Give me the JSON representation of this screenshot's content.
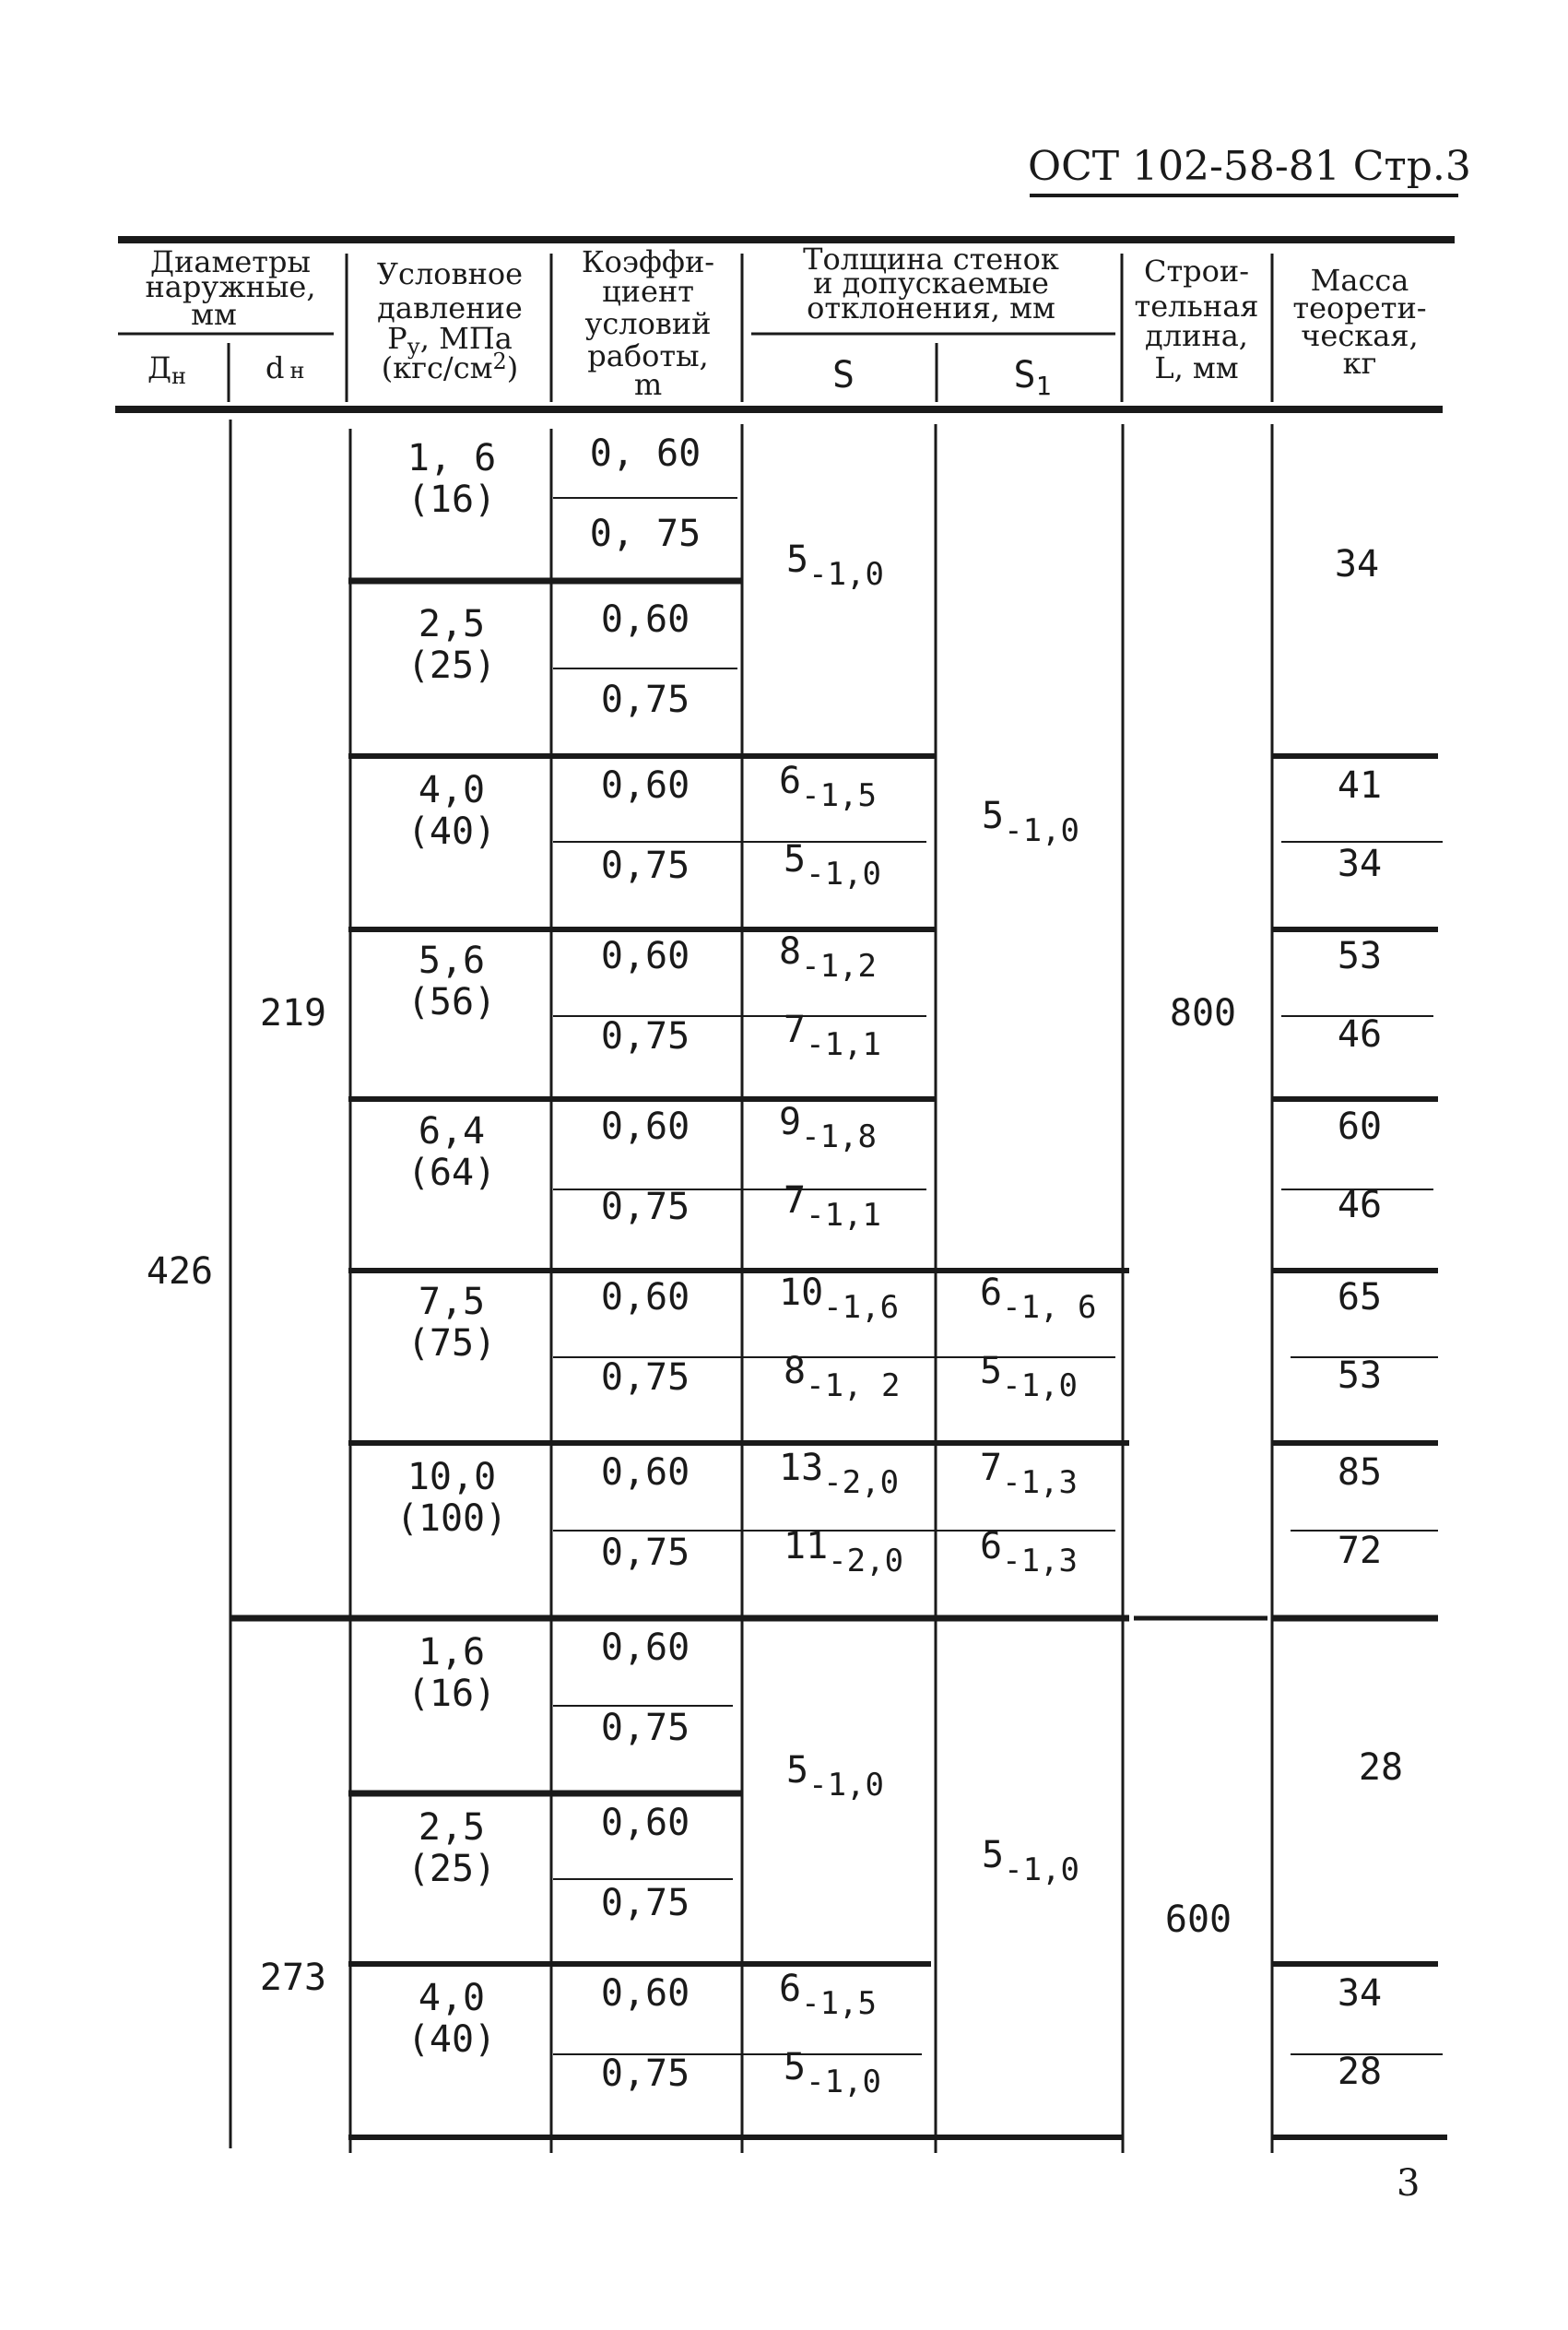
{
  "doc_ref": "ОСТ 102-58-81 Стр.3",
  "page_number": "3",
  "header": {
    "diam_l1": "Диаметры",
    "diam_l2": "наружные,",
    "diam_l3": "мм",
    "dn_main": "Д",
    "dn_sub": "н",
    "dn_branch": "d",
    "dn_branch_sub": "н",
    "press_l1": "Условное",
    "press_l2": "давление",
    "press_l3a": "P",
    "press_l3b": "у",
    "press_l3c": ", МПа",
    "press_l4a": "(кгс/см",
    "press_l4b": "2",
    "press_l4c": ")",
    "coef_l1": "Коэффи-",
    "coef_l2": "циент",
    "coef_l3": "условий",
    "coef_l4": "работы,",
    "coef_l5": "m",
    "thick_l1": "Толщина стенок",
    "thick_l2": "и допускаемые",
    "thick_l3": "отклонения, мм",
    "s": "S",
    "s1a": "S",
    "s1b": "1",
    "len_l1": "Строи-",
    "len_l2": "тельная",
    "len_l3": "длина,",
    "len_l4": "L, мм",
    "mass_l1": "Масса",
    "mass_l2": "теорети-",
    "mass_l3": "ческая,",
    "mass_l4": "кг"
  },
  "spans": {
    "dn": "426",
    "d1": "219",
    "d2": "273",
    "len1": "800",
    "len2": "600"
  },
  "groups": [
    {
      "p1": "1, 6",
      "p2": "(16)",
      "m_a": "0, 60",
      "m_b": "0, 75"
    },
    {
      "p1": "2,5",
      "p2": "(25)",
      "m_a": "0,60",
      "m_b": "0,75"
    },
    {
      "p1": "4,0",
      "p2": "(40)",
      "m_a": "0,60",
      "m_b": "0,75",
      "s_a": "6",
      "s_a_sub": "-1,5",
      "s_b": "5",
      "s_b_sub": "-1,0",
      "mass_a": "41",
      "mass_b": "34"
    },
    {
      "p1": "5,6",
      "p2": "(56)",
      "m_a": "0,60",
      "m_b": "0,75",
      "s_a": "8",
      "s_a_sub": "-1,2",
      "s_b": "7",
      "s_b_sub": "-1,1",
      "mass_a": "53",
      "mass_b": "46"
    },
    {
      "p1": "6,4",
      "p2": "(64)",
      "m_a": "0,60",
      "m_b": "0,75",
      "s_a": "9",
      "s_a_sub": "-1,8",
      "s_b": "7",
      "s_b_sub": "-1,1",
      "mass_a": "60",
      "mass_b": "46"
    },
    {
      "p1": "7,5",
      "p2": "(75)",
      "m_a": "0,60",
      "m_b": "0,75",
      "s_a": "10",
      "s_a_sub": "-1,6",
      "s_b": "8",
      "s_b_sub": "-1, 2",
      "s1_a": "6",
      "s1_a_sub": "-1, 6",
      "s1_b": "5",
      "s1_b_sub": "-1,0",
      "mass_a": "65",
      "mass_b": "53"
    },
    {
      "p1": "10,0",
      "p2": "(100)",
      "m_a": "0,60",
      "m_b": "0,75",
      "s_a": "13",
      "s_a_sub": "-2,0",
      "s_b": "11",
      "s_b_sub": "-2,0",
      "s1_a": "7",
      "s1_a_sub": "-1,3",
      "s1_b": "6",
      "s1_b_sub": "-1,3",
      "mass_a": "85",
      "mass_b": "72"
    },
    {
      "p1": "1,6",
      "p2": "(16)",
      "m_a": "0,60",
      "m_b": "0,75"
    },
    {
      "p1": "2,5",
      "p2": "(25)",
      "m_a": "0,60",
      "m_b": "0,75"
    },
    {
      "p1": "4,0",
      "p2": "(40)",
      "m_a": "0,60",
      "m_b": "0,75",
      "s_a": "6",
      "s_a_sub": "-1,5",
      "s_b": "5",
      "s_b_sub": "-1,0",
      "mass_a": "34",
      "mass_b": "28"
    }
  ],
  "merged": {
    "s_top": "5",
    "s_top_sub": "-1,0",
    "s1_top": "5",
    "s1_top_sub": "-1,0",
    "mass_top": "34",
    "s_bot": "5",
    "s_bot_sub": "-1,0",
    "s1_bot": "5",
    "s1_bot_sub": "-1,0",
    "mass_bot": "28"
  }
}
